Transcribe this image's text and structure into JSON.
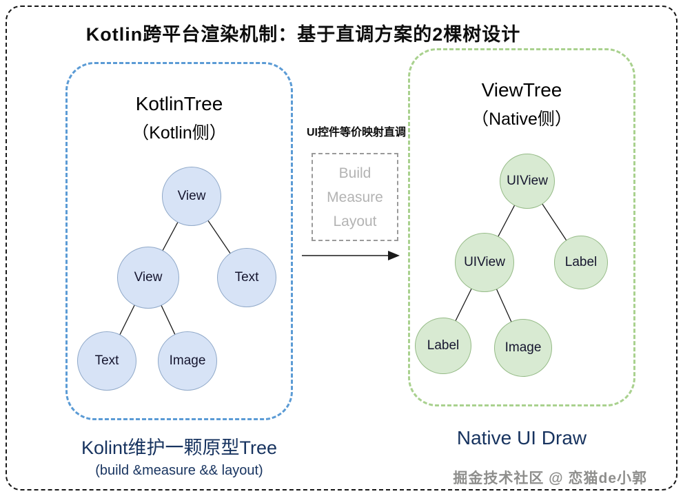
{
  "title": "Kotlin跨平台渲染机制：基于直调方案的2棵树设计",
  "left_panel": {
    "title": "KotlinTree",
    "subtitle": "（Kotlin侧）",
    "nodes": {
      "root": "View",
      "child_left": "View",
      "child_right": "Text",
      "grandchild_left": "Text",
      "grandchild_right": "Image"
    },
    "caption": "Kolint维护一颗原型Tree",
    "caption_sub": "(build &measure && layout)"
  },
  "middle": {
    "mapping_label": "UI控件等价映射直调",
    "box_lines": [
      "Build",
      "Measure",
      "Layout"
    ]
  },
  "right_panel": {
    "title": "ViewTree",
    "subtitle": "（Native侧）",
    "nodes": {
      "root": "UIView",
      "child_left": "UIView",
      "child_right": "Label",
      "grandchild_left": "Label",
      "grandchild_right": "Image"
    },
    "caption": "Native UI Draw"
  },
  "watermark": "掘金技术社区 @ 恋猫de小郭",
  "colors": {
    "outer_frame": "#161616",
    "left_border": "#5b9bd5",
    "left_node_fill": "#d7e3f6",
    "left_node_stroke": "#8fa8c8",
    "right_border": "#a9d18e",
    "right_node_fill": "#d8ead2",
    "right_node_stroke": "#94ba85",
    "caption_text": "#17335f",
    "process_text": "#b3b3b3"
  }
}
